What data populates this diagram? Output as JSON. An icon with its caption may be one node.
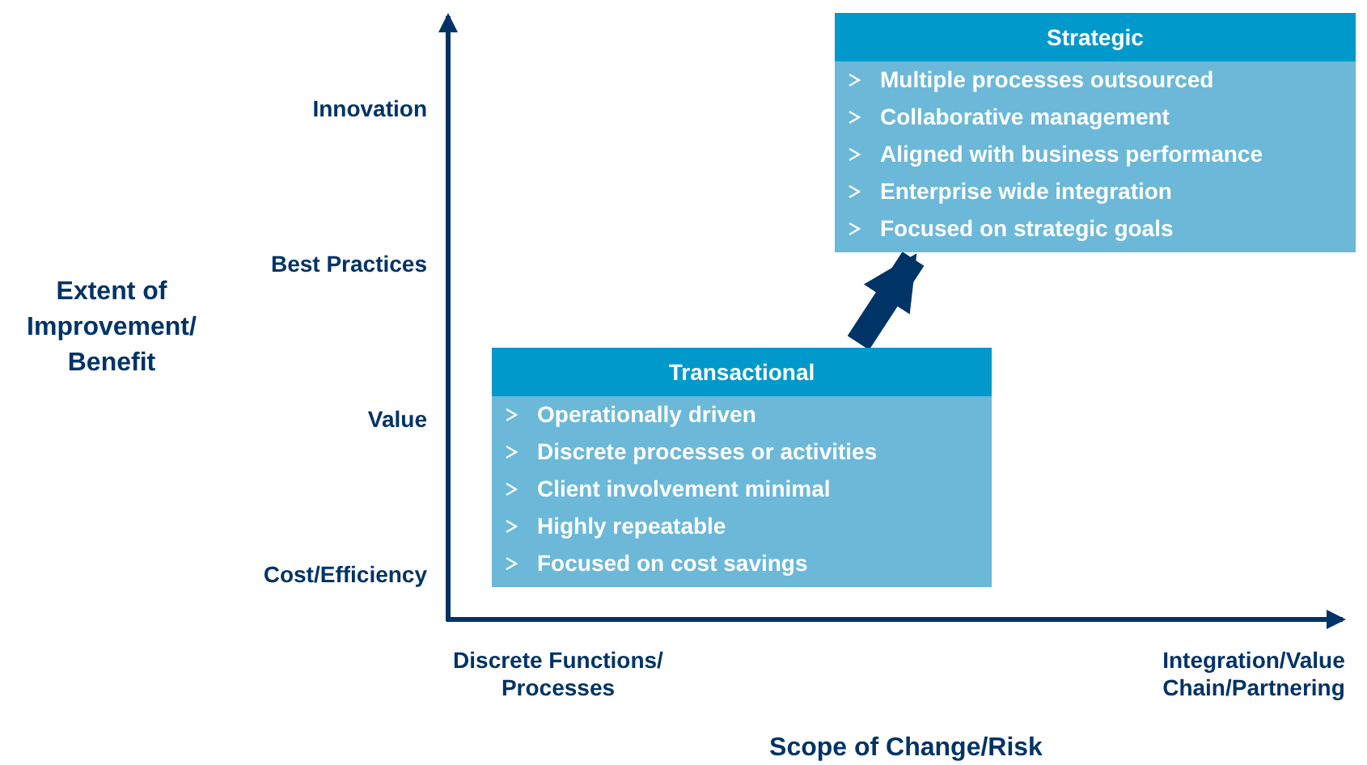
{
  "diagram": {
    "nodes": [
      {
        "text": [
          "Strategic",
          "Multiple processes outsourced",
          "Collaborative management",
          "Aligned with business performance",
          "Enterprise wide integration",
          "Focused on strategic goals"
        ]
      },
      {
        "text": [
          "Transactional",
          "Operationally driven",
          "Discrete processes or activities",
          "Client involvement minimal",
          "Highly repeatable",
          "Focused on cost savings"
        ]
      }
    ],
    "edges": [
      {
        "from": 1,
        "to": 0,
        "arrow": "to"
      }
    ],
    "labels": [
      "Innovation",
      "Best Practices",
      "Extent of Improvement/ Benefit",
      "Value",
      "Cost/Efficiency",
      "Discrete Functions/ Processes",
      "Integration/Value Chain/Partnering",
      "Scope of Change/Risk"
    ]
  }
}
